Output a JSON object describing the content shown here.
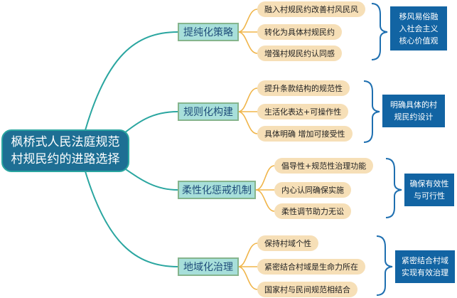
{
  "root": {
    "line1": "枫桥式人民法庭规范",
    "line2": "村规民约的进路选择"
  },
  "branches": [
    {
      "label": "提纯化策略",
      "leaves": [
        "融入村规民约改善村风民风",
        "转化为具体村规民约",
        "增强村规民约认同感"
      ],
      "summary": [
        "移风易俗融",
        "入社会主义",
        "核心价值观"
      ]
    },
    {
      "label": "规则化构建",
      "leaves": [
        "提升条款结构的规范性",
        "生活化表达+可操作性",
        "具体明确 增加可接受性"
      ],
      "summary": [
        "明确具体的村",
        "规民约设计"
      ]
    },
    {
      "label": "柔性化惩戒机制",
      "leaves": [
        "倡导性+规范性治理功能",
        "内心认同确保实施",
        "柔性调节助力无讼"
      ],
      "summary": [
        "确保有效性",
        "与可行性"
      ]
    },
    {
      "label": "地域化治理",
      "leaves": [
        "保持村域个性",
        "紧密结合村域是生命力所在",
        "国家村与民间规范相结合"
      ],
      "summary": [
        "紧密结合村域",
        "实现有效治理"
      ]
    }
  ],
  "colors": {
    "root": "#1e6f94",
    "branch": "#a7dfda",
    "leaf": "#f6dfb7",
    "summary": "#1264a3",
    "connector": "#2aa6a0",
    "bracket": "#1e6fb0"
  }
}
